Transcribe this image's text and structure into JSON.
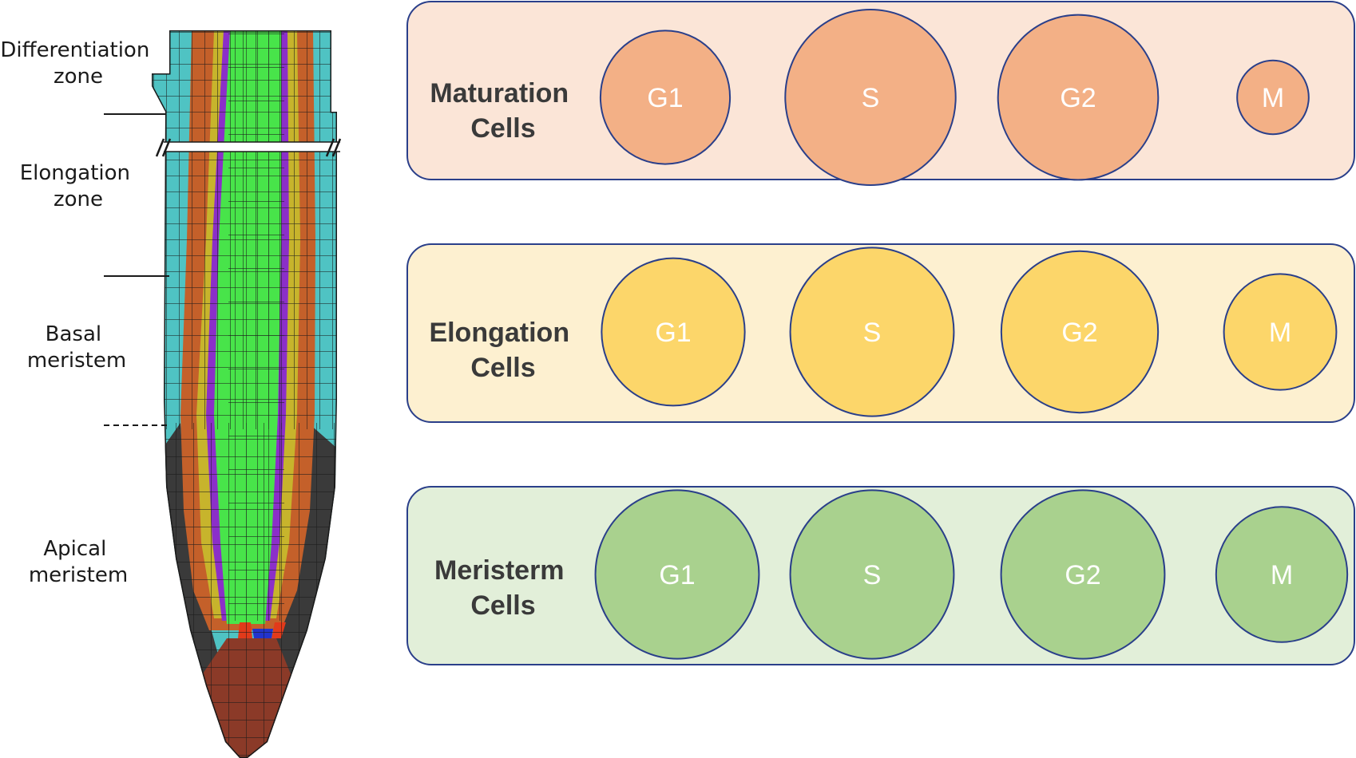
{
  "zones": [
    {
      "lines": [
        "Differentiation",
        "zone"
      ]
    },
    {
      "lines": [
        "Elongation",
        "zone"
      ]
    },
    {
      "lines": [
        "Basal",
        "meristem"
      ]
    },
    {
      "lines": [
        "Apical",
        "meristem"
      ]
    }
  ],
  "rows": [
    {
      "title": [
        "Maturation",
        "Cells"
      ],
      "bg": "#fbe5d7",
      "fill": "#f3b086",
      "stroke": "#2a3f8a",
      "phases": [
        {
          "label": "G1",
          "size": 0.76
        },
        {
          "label": "S",
          "size": 1.0
        },
        {
          "label": "G2",
          "size": 0.94
        },
        {
          "label": "M",
          "size": 0.42
        }
      ]
    },
    {
      "title": [
        "Elongation",
        "Cells"
      ],
      "bg": "#fdf0d0",
      "fill": "#fcd66a",
      "stroke": "#2a3f8a",
      "phases": [
        {
          "label": "G1",
          "size": 0.84
        },
        {
          "label": "S",
          "size": 0.96
        },
        {
          "label": "G2",
          "size": 0.92
        },
        {
          "label": "M",
          "size": 0.66
        }
      ]
    },
    {
      "title": [
        "Meristerm",
        "Cells"
      ],
      "bg": "#e2efd9",
      "fill": "#a9d18e",
      "stroke": "#2a3f8a",
      "phases": [
        {
          "label": "G1",
          "size": 0.96
        },
        {
          "label": "S",
          "size": 0.96
        },
        {
          "label": "G2",
          "size": 0.96
        },
        {
          "label": "M",
          "size": 0.77
        }
      ]
    }
  ],
  "colors": {
    "epidermis": "#4fc3c3",
    "cortex": "#c4602a",
    "endodermis": "#c7b42c",
    "pericycle": "#8b2fc9",
    "vascular": "#48e44a",
    "root_cap": "#3a3a3a",
    "columella": "#8b3a28",
    "qc": "#2233cc",
    "initials": "#e23a1a",
    "cell_wall": "#1a1a1a"
  }
}
